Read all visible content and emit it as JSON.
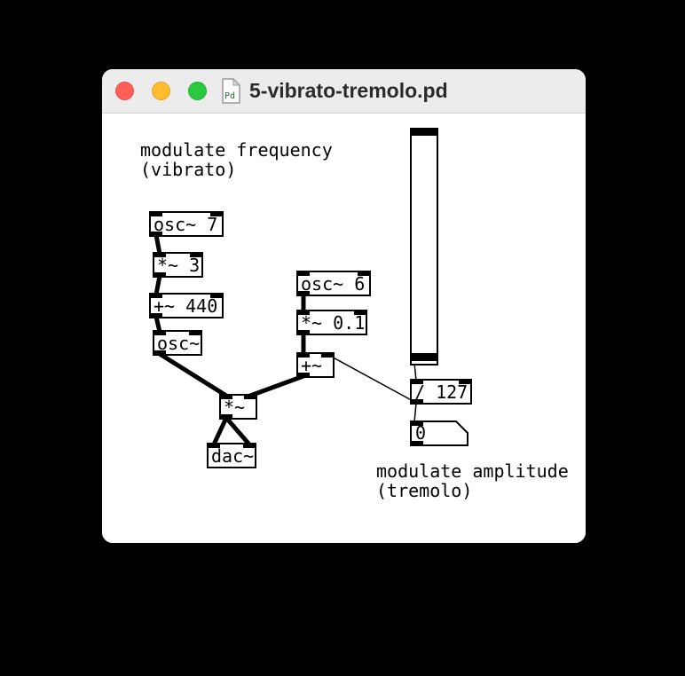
{
  "window": {
    "title": "5-vibrato-tremolo.pd",
    "icon_label": "Pd",
    "controls": {
      "close": "close",
      "minimize": "minimize",
      "zoom": "zoom"
    }
  },
  "patch": {
    "comments": {
      "vibrato_line1": "modulate frequency",
      "vibrato_line2": "(vibrato)",
      "tremolo_line1": "modulate amplitude",
      "tremolo_line2": "(tremolo)"
    },
    "objects": {
      "osc7": "osc~ 7",
      "mul3": "*~ 3",
      "add440": "+~ 440",
      "osc": "osc~",
      "osc6": "osc~ 6",
      "mul01": "*~ 0.1",
      "add": "+~",
      "mul": "*~",
      "dac": "dac~",
      "div127": "/ 127"
    },
    "number_box": {
      "value": "0"
    },
    "slider": {
      "kind": "vslider",
      "handle_position": "bottom"
    }
  },
  "colors": {
    "desktop": "#000000",
    "canvas": "#ffffff",
    "titlebar": "#ececec",
    "cord": "#000000",
    "close": "#ff5f57",
    "minimize": "#febc2e",
    "zoom": "#2ac940"
  }
}
